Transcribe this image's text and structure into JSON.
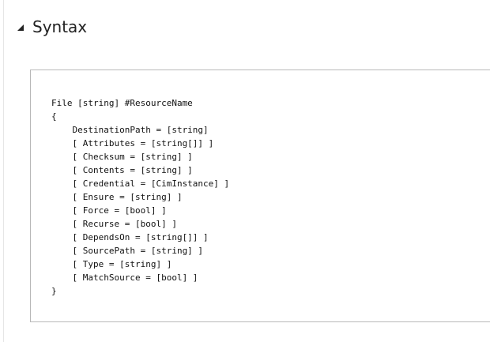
{
  "section": {
    "title": "Syntax",
    "toggle_icon": "collapse-triangle-icon",
    "text_color": "#222222"
  },
  "code": {
    "lines": [
      "File [string] #ResourceName",
      "{",
      "    DestinationPath = [string]",
      "    [ Attributes = [string[]] ]",
      "    [ Checksum = [string] ]",
      "    [ Contents = [string] ]",
      "    [ Credential = [CimInstance] ]",
      "    [ Ensure = [string] ]",
      "    [ Force = [bool] ]",
      "    [ Recurse = [bool] ]",
      "    [ DependsOn = [string[]] ]",
      "    [ SourcePath = [string] ]",
      "    [ Type = [string] ]",
      "    [ MatchSource = [bool] ]",
      "}"
    ],
    "border_color": "#b8b8b8"
  }
}
